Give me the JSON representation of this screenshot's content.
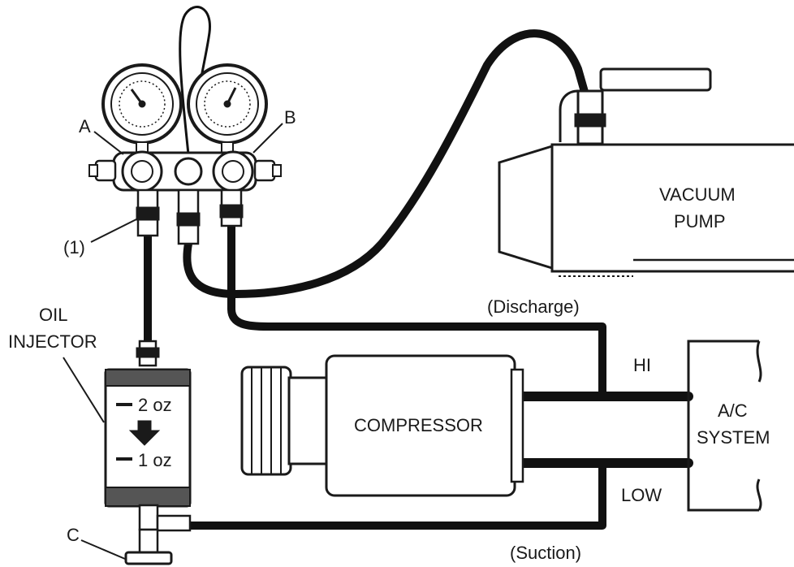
{
  "labels": {
    "a": "A",
    "b": "B",
    "one": "(1)",
    "c": "C",
    "oil_injector_line1": "OIL",
    "oil_injector_line2": "INJECTOR",
    "two_oz": "2 oz",
    "one_oz": "1 oz",
    "vacuum_line1": "VACUUM",
    "vacuum_line2": "PUMP",
    "discharge": "(Discharge)",
    "hi": "HI",
    "compressor": "COMPRESSOR",
    "ac_line1": "A/C",
    "ac_line2": "SYSTEM",
    "low": "LOW",
    "suction": "(Suction)"
  },
  "colors": {
    "ink": "#1a1a1a",
    "hose": "#111111",
    "body_fill": "#ffffff"
  }
}
